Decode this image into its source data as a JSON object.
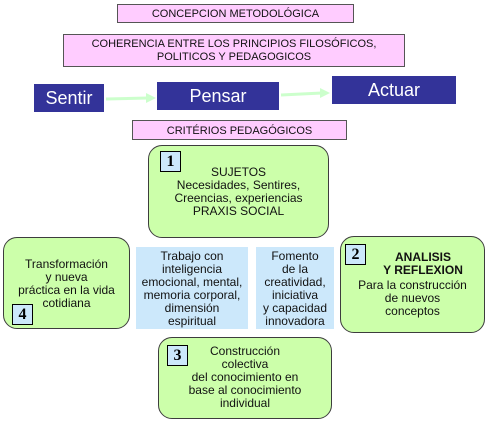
{
  "title": "CONCEPCION METODOLÓGICA",
  "subtitle": "COHERENCIA ENTRE LOS PRINCIPIOS FILOSÓFICOS,\nPOLITICOS Y PEDAGOGICOS",
  "flow": {
    "sentir": "Sentir",
    "pensar": "Pensar",
    "actuar": "Actuar"
  },
  "criterios": "CRITÉRIOS PEDAGÓGICOS",
  "boxes": {
    "sujetos": {
      "number": "1",
      "text": "SUJETOS\nNecesidades, Sentires,\nCreencias, experiencias\nPRAXIS SOCIAL"
    },
    "analisis": {
      "number": "2",
      "heading": "ANALISIS\n Y  REFLEXION",
      "text": "Para la construcción\nde nuevos\nconceptos"
    },
    "construccion": {
      "number": "3",
      "text": "Construcción\ncolectiva\ndel conocimiento en\nbase al conocimiento\nindividual"
    },
    "transformacion": {
      "number": "4",
      "text": "Transformación\ny nueva\npráctica en la vida\ncotidiana"
    }
  },
  "center": {
    "trabajo": "Trabajo con\ninteligencia\nemocional, mental,\nmemoria corporal,\ndimensión\nespiritual",
    "fomento": "Fomento\nde la\ncreatividad,\niniciativa\ny capacidad\ninnovadora"
  },
  "colors": {
    "pink": "#ffccff",
    "navy": "#333399",
    "green": "#ccffaa",
    "blue": "#cce8fb",
    "arrow": "#ccffcc"
  }
}
